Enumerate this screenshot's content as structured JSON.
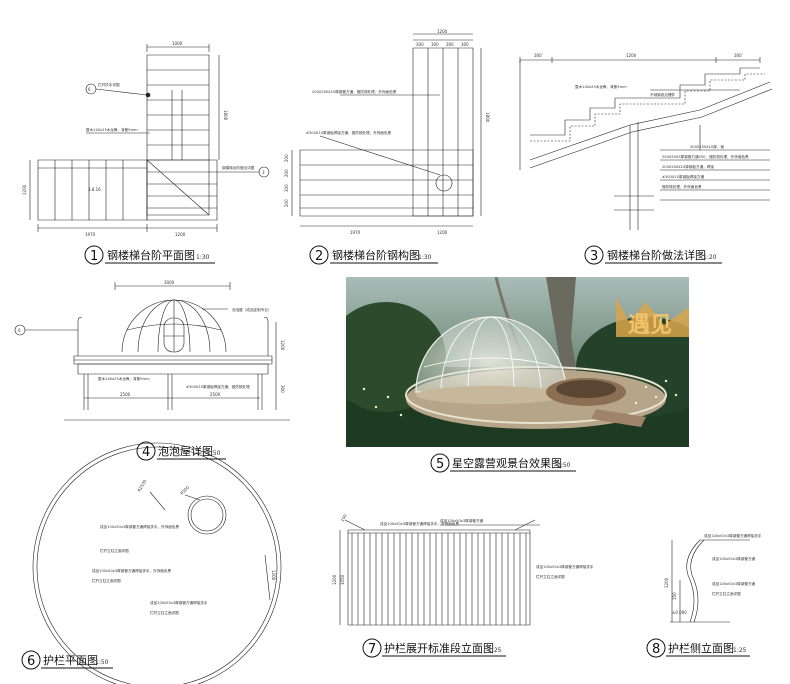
{
  "colors": {
    "line": "#222222",
    "photo_sky": "#9fb6b0",
    "photo_foliage": "#1f3a22",
    "photo_sign": "#d9a44a"
  },
  "panels": [
    {
      "id": 1,
      "title": "钢楼梯台阶平面图",
      "scale": "1:30"
    },
    {
      "id": 2,
      "title": "钢楼梯台阶钢构图",
      "scale": "1:30"
    },
    {
      "id": 3,
      "title": "钢楼梯台阶做法详图",
      "scale": "1:20"
    },
    {
      "id": 4,
      "title": "泡泡屋详图",
      "scale": "1:50"
    },
    {
      "id": 5,
      "title": "星空露营观景台效果图",
      "scale": "1:50"
    },
    {
      "id": 6,
      "title": "护栏平面图",
      "scale": "1:50"
    },
    {
      "id": 7,
      "title": "护栏展开标准段立面图",
      "scale": "1:25"
    },
    {
      "id": 8,
      "title": "护栏侧立面图",
      "scale": "1:25"
    }
  ],
  "p1": {
    "dims": {
      "top": "1000",
      "right_h": "1800",
      "right_v": "1800",
      "left_h": "1200",
      "bottom_a": "1970",
      "bottom_b": "1200"
    },
    "label_mid": "3.8.16",
    "callout_a": "6",
    "callout_b": "3",
    "note_a": "整木140x25木龙骨，背断5mm",
    "note_b": "栏杆扶手详图",
    "note_c": "钢楼梯台阶做法详图"
  },
  "p2": {
    "dims_top": [
      "300",
      "300",
      "300",
      "300"
    ],
    "dim_total": "1200",
    "dim_right": "1800",
    "dims_left": [
      "200",
      "200",
      "300",
      "200"
    ],
    "dim_bottom_a": "1970",
    "dim_bottom_b": "1200",
    "note_a": "200X200X10厚钢管方通，做防锈处理，外饰面色黑",
    "note_b": "#300X10厚钢板焊接方通，做防锈处理，外饰面色黑"
  },
  "p3": {
    "dim_a": "300",
    "dim_b": "1200",
    "dim_c": "300",
    "notes": [
      "整木140x25木龙骨，背断5mm",
      "不锈钢收边槽件",
      "300X150X10厚，钢",
      "200X50X5厚钢管方通250，做防锈处理，外饰面色黑",
      "200X200X10厚钢板方通，焊接",
      "#300X10厚钢板焊接方通",
      "做防锈处理，外饰面色黑"
    ]
  },
  "p4": {
    "dim_top": "3000",
    "dim_a": "2500",
    "dim_b": "2500",
    "dim_c": "1200",
    "dim_d": "300",
    "callout": "6",
    "note_a": "泡泡屋（成品定制专业）",
    "note_b": "整木140x25木龙骨，背断5mm",
    "note_c": "#300X10厚钢板焊接方通，做防锈处理"
  },
  "p5": {
    "sign": "遇见"
  },
  "p6": {
    "dim_a": "R2500",
    "dim_b": "R500",
    "dim_c": "1200",
    "notes": [
      "成品100x50x3厚钢管方通焊接扶手，外饰面色黑",
      "栏杆立柱立面详图",
      "成品100x50x3厚钢管方通焊接扶手，外饰面色黑",
      "栏杆立柱立面详图",
      "成品100x50x3厚钢管方通焊接扶手",
      "栏杆立柱立面详图"
    ]
  },
  "p7": {
    "dim_a": "1200",
    "dim_b": "1050",
    "dim_c": "100",
    "notes": [
      "成品100x50x3厚钢管方通焊接扶手，外饰面色黑",
      "成品100x50x3厚钢管方通",
      "成品100x50x3厚钢管方通焊接扶手",
      "栏杆立柱立面详图"
    ]
  },
  "p8": {
    "dim_a": "1200",
    "dim_b": "150",
    "level": "±0.000",
    "notes": [
      "成品100x50x3厚钢管方通焊接扶手",
      "成品100x50x3厚钢管方通",
      "成品100x50x3厚钢管方通",
      "栏杆立柱立面详图"
    ]
  }
}
